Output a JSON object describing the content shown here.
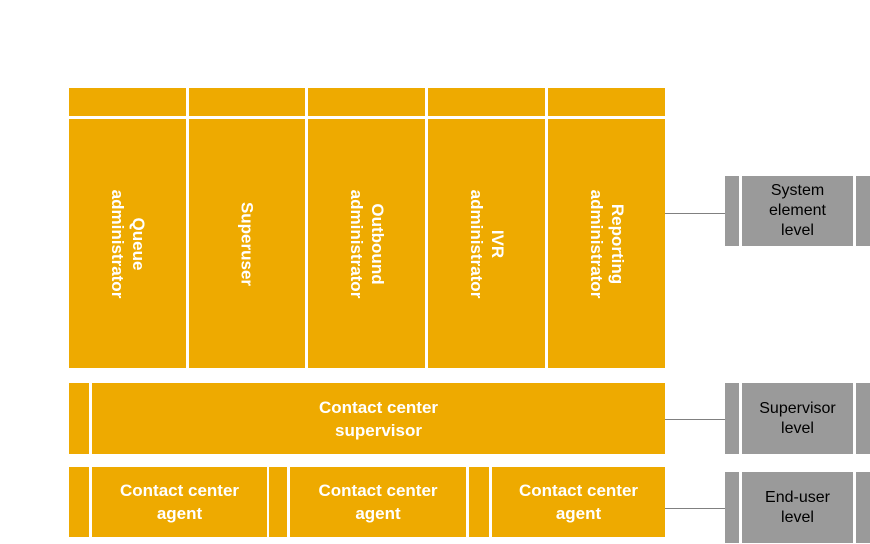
{
  "roles": [
    {
      "label": "Queue administrator"
    },
    {
      "label": "Superuser"
    },
    {
      "label": "Outbound\nadministrator"
    },
    {
      "label": "IVR administrator"
    },
    {
      "label": "Reporting\nadministrator"
    }
  ],
  "supervisor": {
    "label": "Contact center\nsupervisor"
  },
  "agents": [
    {
      "label": "Contact center\nagent"
    },
    {
      "label": "Contact center\nagent"
    },
    {
      "label": "Contact center\nagent"
    }
  ],
  "levels": [
    {
      "label": "System\nelement\nlevel"
    },
    {
      "label": "Supervisor\nlevel"
    },
    {
      "label": "End-user\nlevel"
    }
  ],
  "colors": {
    "role_box": "#EEAA00",
    "level_box": "#9A9A9A",
    "connector": "#808080"
  }
}
